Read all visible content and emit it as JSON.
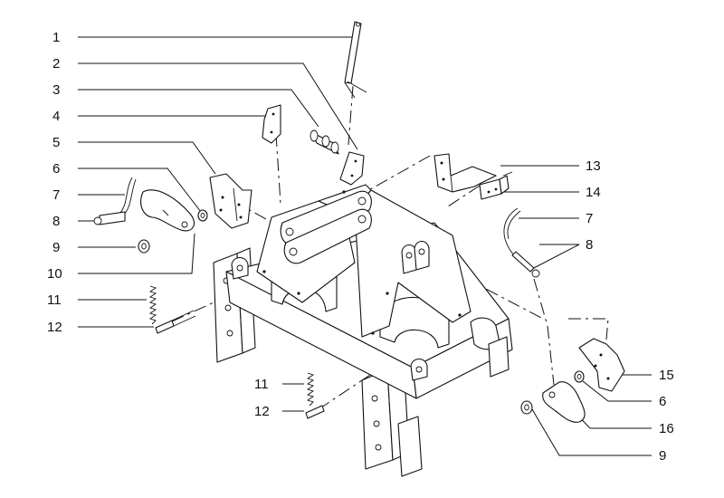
{
  "callouts": [
    {
      "id": "c1",
      "text": "1"
    },
    {
      "id": "c2",
      "text": "2"
    },
    {
      "id": "c3",
      "text": "3"
    },
    {
      "id": "c4",
      "text": "4"
    },
    {
      "id": "c5",
      "text": "5"
    },
    {
      "id": "c6l",
      "text": "6"
    },
    {
      "id": "c7l",
      "text": "7"
    },
    {
      "id": "c8l",
      "text": "8"
    },
    {
      "id": "c9l",
      "text": "9"
    },
    {
      "id": "c10",
      "text": "10"
    },
    {
      "id": "c11l",
      "text": "11"
    },
    {
      "id": "c12l",
      "text": "12"
    },
    {
      "id": "c11m",
      "text": "11"
    },
    {
      "id": "c12m",
      "text": "12"
    },
    {
      "id": "c13",
      "text": "13"
    },
    {
      "id": "c14",
      "text": "14"
    },
    {
      "id": "c7r",
      "text": "7"
    },
    {
      "id": "c8r",
      "text": "8"
    },
    {
      "id": "c15",
      "text": "15"
    },
    {
      "id": "c6r",
      "text": "6"
    },
    {
      "id": "c16",
      "text": "16"
    },
    {
      "id": "c9r",
      "text": "9"
    }
  ]
}
